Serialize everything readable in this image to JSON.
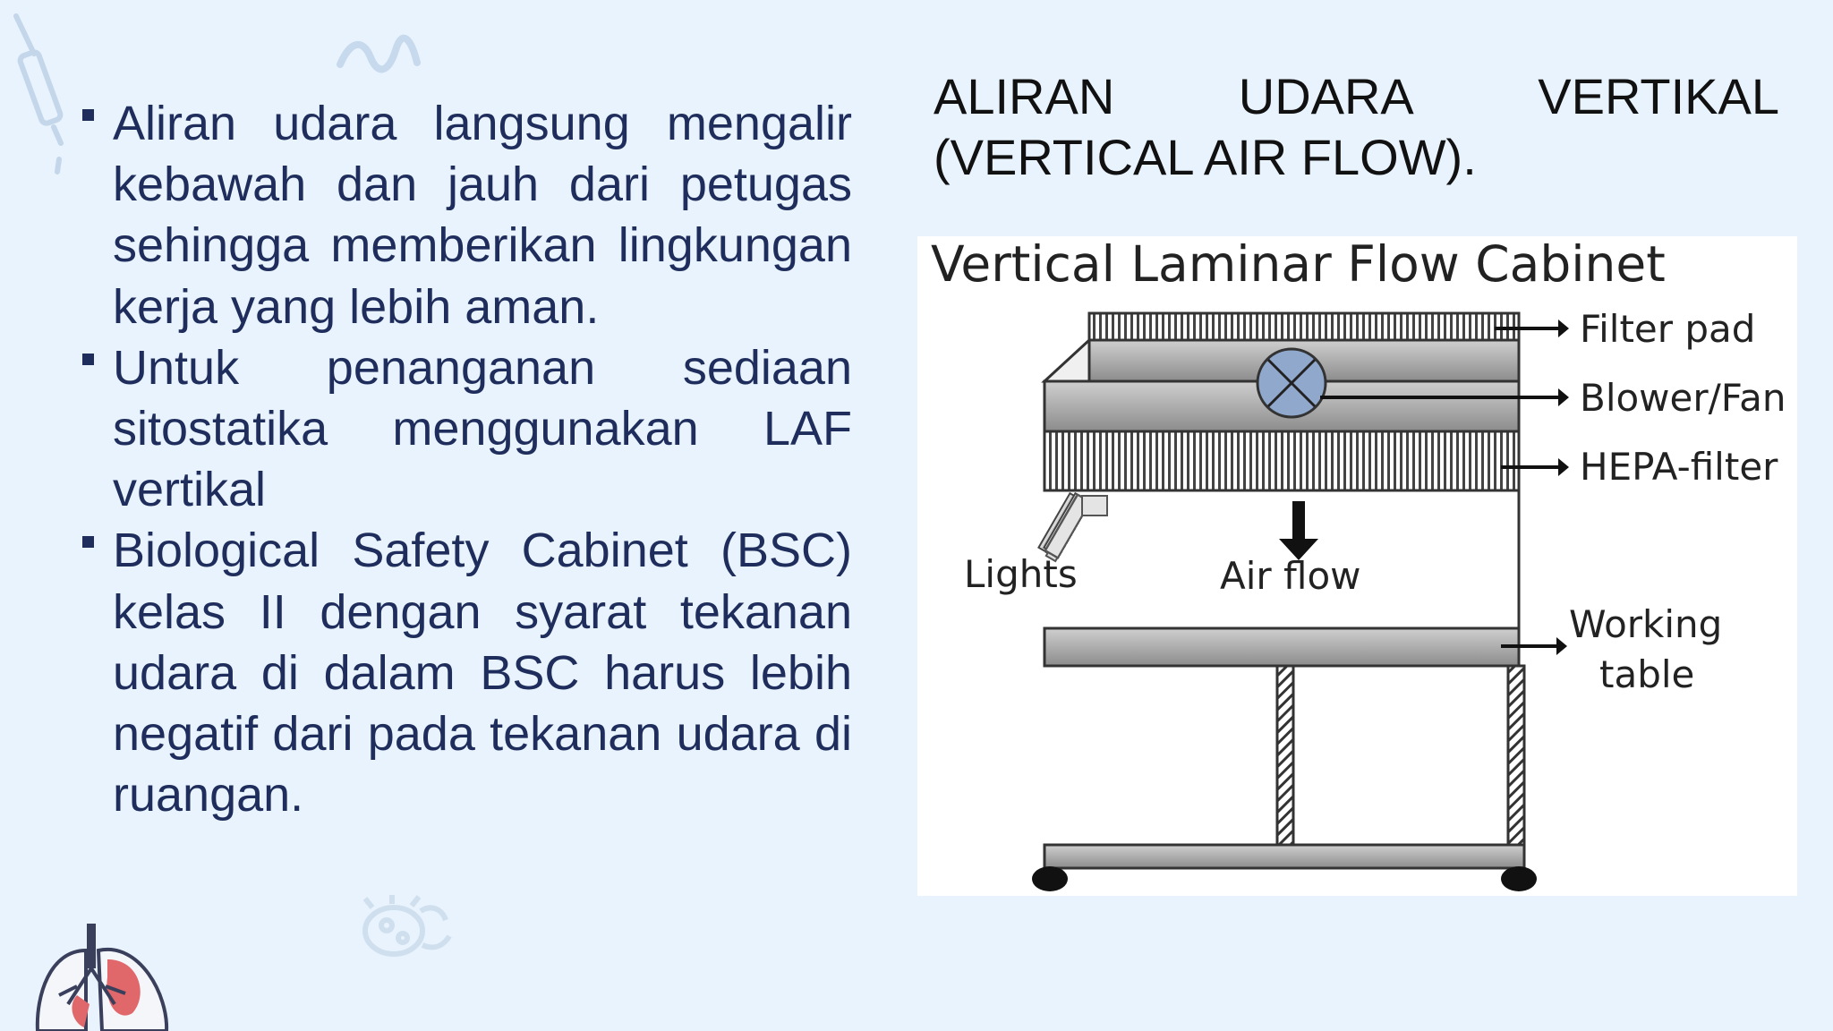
{
  "bullets": [
    {
      "text": "Aliran udara langsung mengalir kebawah dan jauh dari petugas sehingga memberikan lingkungan kerja yang lebih aman."
    },
    {
      "text": "Untuk penanganan sediaan sitostatika menggunakan LAF vertikal"
    },
    {
      "text": "Biological Safety Cabinet (BSC) kelas II dengan syarat tekanan udara di dalam BSC harus lebih negatif dari pada tekanan udara di ruangan."
    }
  ],
  "heading": {
    "line1_words": [
      "ALIRAN",
      "UDARA",
      "VERTIKAL"
    ],
    "line2": "(VERTICAL AIR FLOW)."
  },
  "figure": {
    "title": "Vertical Laminar Flow Cabinet",
    "labels": {
      "filter_pad": "Filter pad",
      "blower_fan": "Blower/Fan",
      "hepa_filter": "HEPA-filter",
      "lights": "Lights",
      "air_flow": "Air flow",
      "working_table_line1": "Working",
      "working_table_line2": "table"
    }
  },
  "colors": {
    "background": "#e8f3fd",
    "bullet_text": "#1f2d5c",
    "heading_text": "#111111",
    "fan_fill": "#8fa8cc"
  },
  "decorations": [
    "syringe-icon",
    "worm-icon",
    "lungs-icon",
    "bacteria-icon"
  ]
}
